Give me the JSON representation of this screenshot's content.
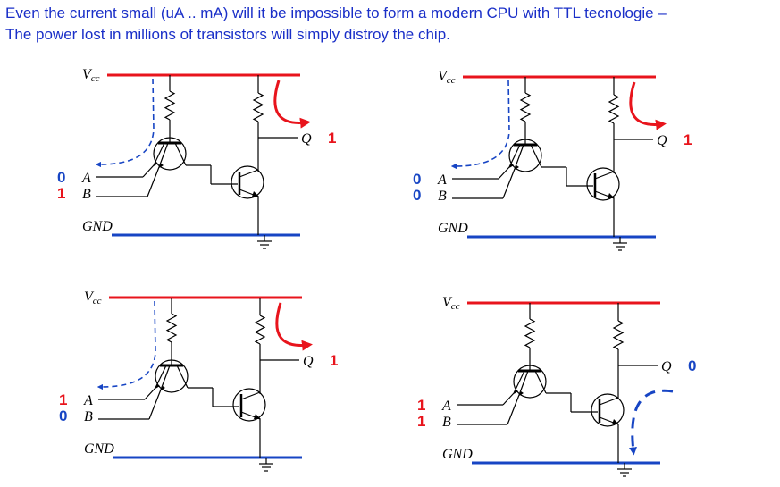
{
  "caption": {
    "line1": "Even the current small (uA .. mA) will it be impossible to form a modern CPU with TTL tecnologie –",
    "line2": "The power lost in millions of transistors will simply distroy the chip."
  },
  "colors": {
    "vcc": "#e8141c",
    "gnd": "#1745c4",
    "one": "#e8141c",
    "zero": "#1745c4",
    "flow_red": "#e8141c",
    "flow_blue": "#1745c4",
    "text": "#1a2fc8"
  },
  "labels": {
    "vcc": "V",
    "vcc_sub": "cc",
    "gnd": "GND",
    "a": "A",
    "b": "B",
    "q": "Q"
  },
  "circuits": [
    {
      "a": "0",
      "b": "1",
      "q": "1"
    },
    {
      "a": "0",
      "b": "0",
      "q": "1"
    },
    {
      "a": "1",
      "b": "0",
      "q": "1"
    },
    {
      "a": "1",
      "b": "1",
      "q": "0"
    }
  ]
}
